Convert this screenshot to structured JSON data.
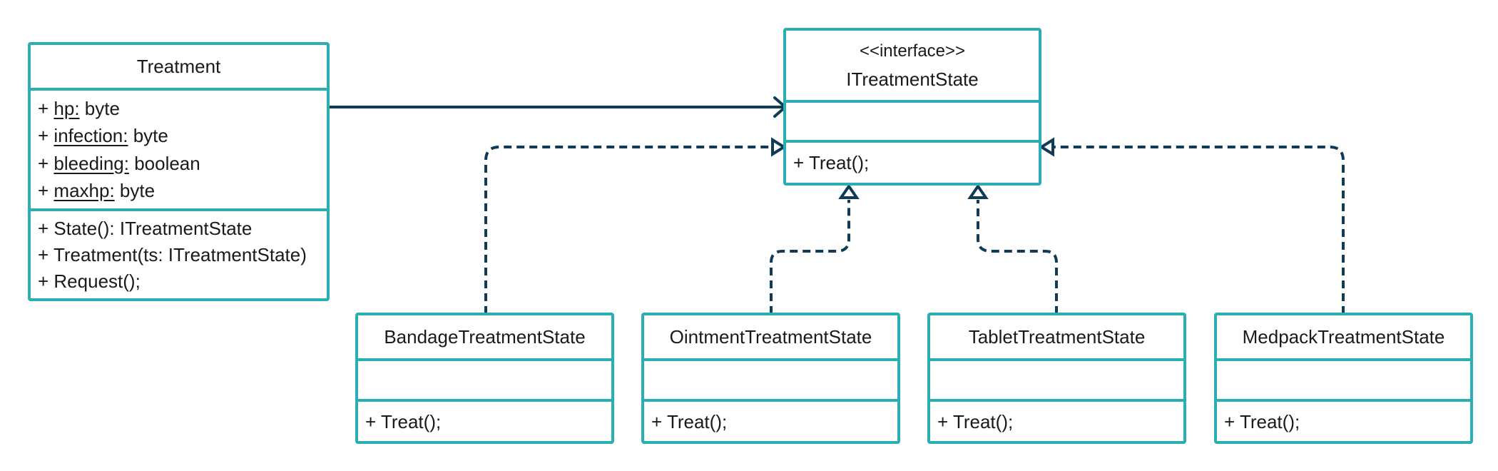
{
  "classes": {
    "treatment": {
      "name": "Treatment",
      "attributes": [
        {
          "prefix": "+ ",
          "name": "hp:",
          "type": " byte"
        },
        {
          "prefix": "+ ",
          "name": "infection:",
          "type": " byte"
        },
        {
          "prefix": "+ ",
          "name": "bleeding:",
          "type": " boolean"
        },
        {
          "prefix": "+ ",
          "name": "maxhp:",
          "type": " byte"
        }
      ],
      "operations": [
        "+ State(): ITreatmentState",
        "+ Treatment(ts: ITreatmentState)",
        "+ Request();"
      ]
    },
    "itreatmentstate": {
      "stereotype": "<<interface>>",
      "name": "ITreatmentState",
      "operations": [
        "+ Treat();"
      ]
    },
    "bandage": {
      "name": "BandageTreatmentState",
      "operations": [
        "+ Treat();"
      ]
    },
    "ointment": {
      "name": "OintmentTreatmentState",
      "operations": [
        "+ Treat();"
      ]
    },
    "tablet": {
      "name": "TabletTreatmentState",
      "operations": [
        "+ Treat();"
      ]
    },
    "medpack": {
      "name": "MedpackTreatmentState",
      "operations": [
        "+ Treat();"
      ]
    }
  },
  "relations": [
    {
      "from": "treatment",
      "to": "itreatmentstate",
      "kind": "association"
    },
    {
      "from": "bandage",
      "to": "itreatmentstate",
      "kind": "realization"
    },
    {
      "from": "ointment",
      "to": "itreatmentstate",
      "kind": "realization"
    },
    {
      "from": "tablet",
      "to": "itreatmentstate",
      "kind": "realization"
    },
    {
      "from": "medpack",
      "to": "itreatmentstate",
      "kind": "realization"
    }
  ],
  "colors": {
    "class_border": "#29aeb3",
    "connector": "#0f3b57"
  }
}
